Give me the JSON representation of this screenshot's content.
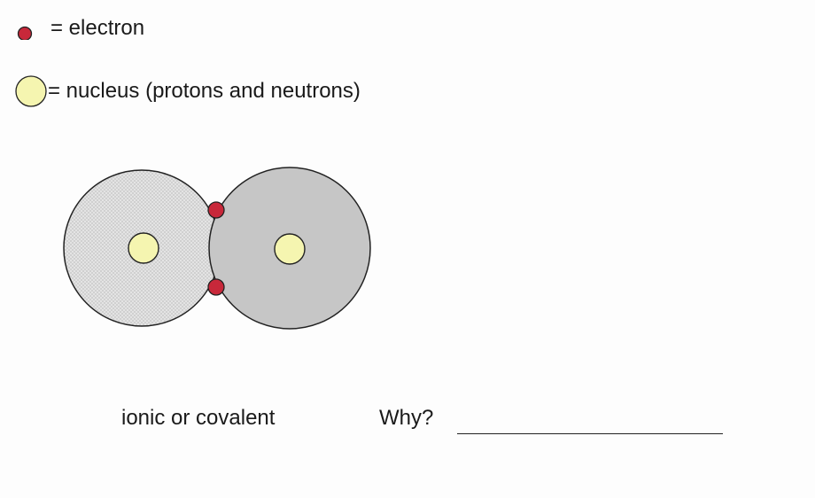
{
  "legend": {
    "electron_label": "= electron",
    "nucleus_label": "= nucleus (protons and neutrons)"
  },
  "question": {
    "choice_text": "ionic or covalent",
    "why_label": "Why?"
  },
  "colors": {
    "electron": "#c8283a",
    "nucleus": "#f5f5b0",
    "atom_left": "#e4e4e4",
    "atom_right": "#c6c6c6",
    "outline": "#222222"
  },
  "icons": [
    "electron-icon",
    "nucleus-icon"
  ]
}
